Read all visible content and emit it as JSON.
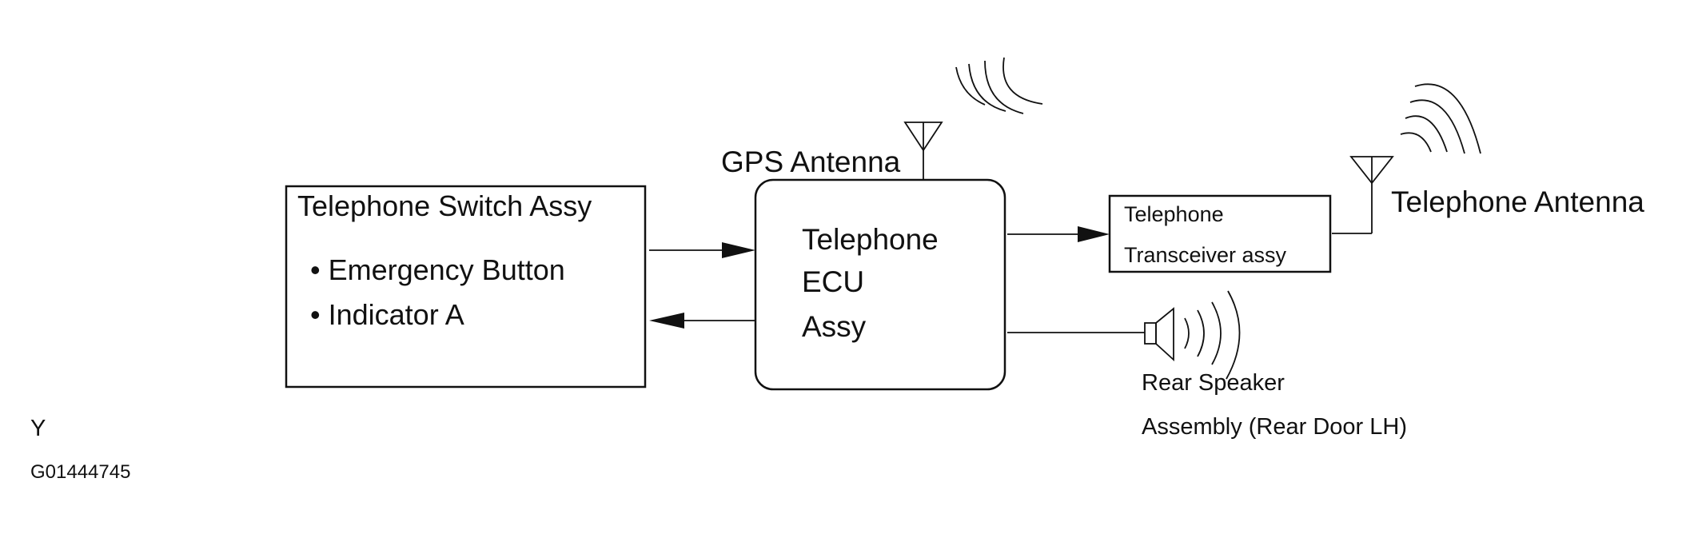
{
  "diagram": {
    "switch_assy": {
      "title": "Telephone Switch Assy",
      "items": [
        "• Emergency Button",
        "• Indicator A"
      ]
    },
    "ecu": {
      "lines": [
        "Telephone",
        "ECU",
        "Assy"
      ]
    },
    "gps_antenna_label": "GPS Antenna",
    "transceiver": {
      "lines": [
        "Telephone",
        "Transceiver assy"
      ]
    },
    "telephone_antenna_label": "Telephone Antenna",
    "rear_speaker": {
      "lines": [
        "Rear Speaker",
        "Assembly (Rear Door LH)"
      ]
    },
    "corner_letter": "Y",
    "figure_code": "G01444745"
  }
}
